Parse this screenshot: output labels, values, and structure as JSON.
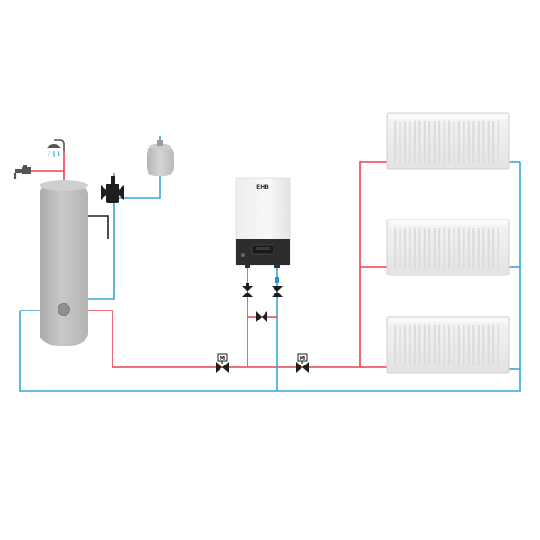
{
  "colors": {
    "hot": "#e8434f",
    "cold": "#3aa6d8",
    "tank": "#bdbdbd",
    "tank_dark": "#a6a6a6",
    "boiler_body": "#f3f4f5",
    "boiler_panel": "#2d2d2d",
    "radiator": "#eeeeee",
    "fittings": "#222222"
  },
  "boiler": {
    "brand": "EHB"
  },
  "valves": {
    "left_motorized_label": "M",
    "right_motorized_label": "M"
  },
  "icons": {
    "tap": "tap-icon",
    "shower": "shower-icon",
    "expansion": "expansion-vessel-icon"
  }
}
